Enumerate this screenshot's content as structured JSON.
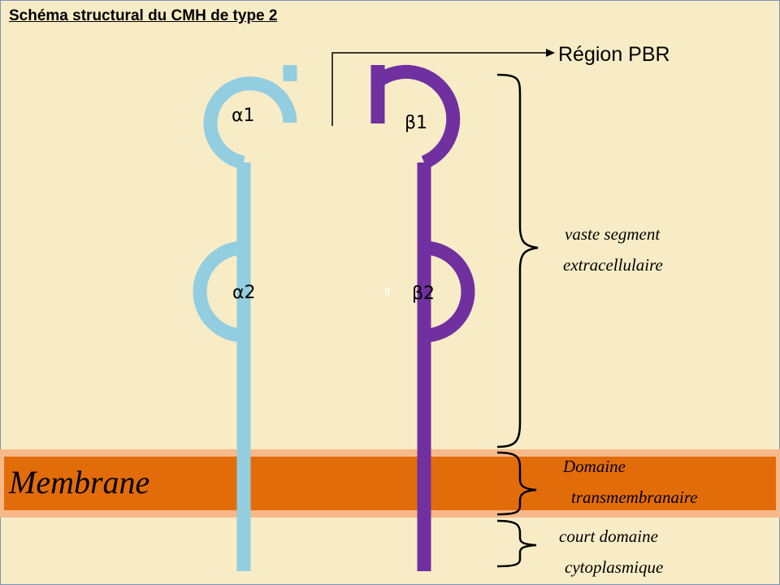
{
  "title": "Schéma structural du CMH de type 2",
  "chains": {
    "alpha1": "α1",
    "alpha2": "α2",
    "beta1": "β1",
    "beta2": "β2"
  },
  "region_pbr": "Région PBR",
  "membrane": "Membrane",
  "stray_mark": "ff",
  "domains": {
    "extracellular_line1": "vaste segment",
    "extracellular_line2": "extracellulaire",
    "transmembrane_line1": "Domaine",
    "transmembrane_line2": "transmembranaire",
    "cytoplasmic_line1": "court domaine",
    "cytoplasmic_line2": "cytoplasmique"
  },
  "colors": {
    "background": "#f8ecc6",
    "alpha_chain": "#92cde0",
    "beta_chain": "#7030a0",
    "membrane": "#e36c0a",
    "membrane_outline": "#f7b98a"
  }
}
